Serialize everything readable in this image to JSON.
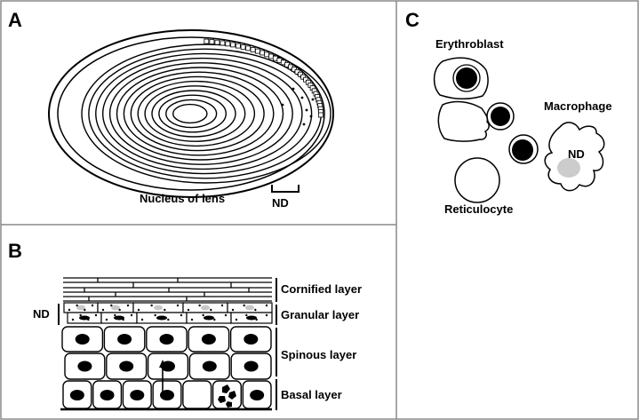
{
  "panels": {
    "a": {
      "letter": "A",
      "nucleus_label": "Nucleus of lens",
      "nd_label": "ND"
    },
    "b": {
      "letter": "B",
      "nd_label": "ND",
      "layers": [
        "Cornified layer",
        "Granular layer",
        "Spinous layer",
        "Basal layer"
      ]
    },
    "c": {
      "letter": "C",
      "erythroblast_label": "Erythroblast",
      "macrophage_label": "Macrophage",
      "reticulocyte_label": "Reticulocyte",
      "nd_label": "ND"
    }
  },
  "colors": {
    "line": "#000000",
    "frame": "#8a8a8a",
    "nucleus_fill": "#000000",
    "degraded_nucleus": "#cccccc"
  }
}
